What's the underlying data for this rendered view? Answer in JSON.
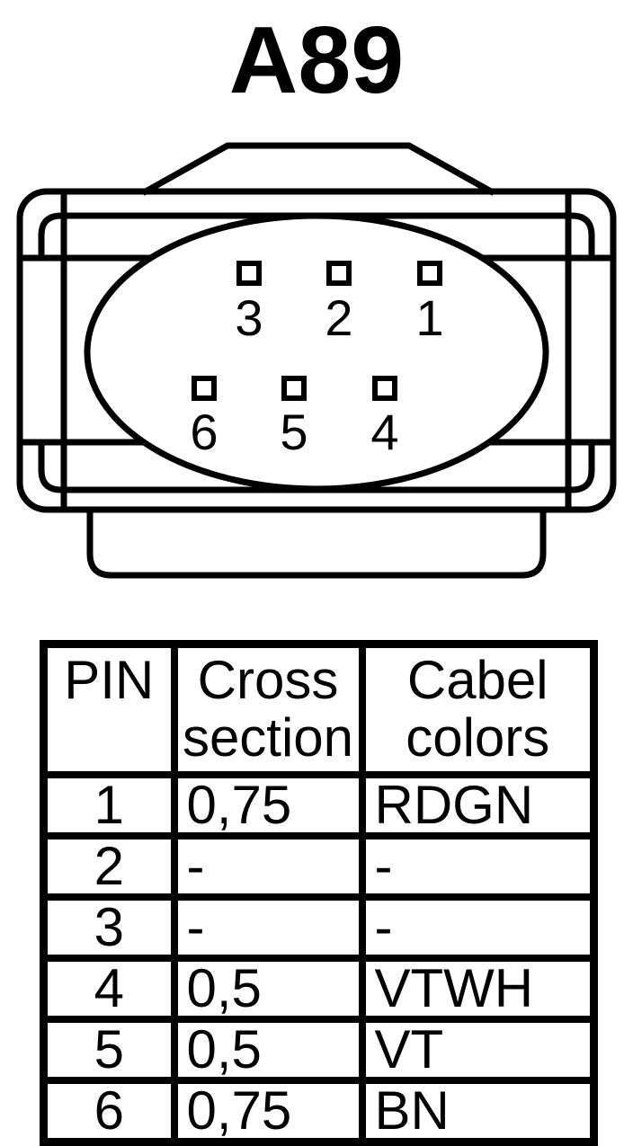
{
  "page": {
    "background_color": "#ffffff",
    "line_color": "#000000"
  },
  "title": "A89",
  "connector": {
    "pin_rows": [
      {
        "labels": [
          "3",
          "2",
          "1"
        ]
      },
      {
        "labels": [
          "6",
          "5",
          "4"
        ]
      }
    ]
  },
  "table": {
    "header": {
      "pin": "PIN",
      "cross_line1": "Cross",
      "cross_line2": "section",
      "cable_line1": "Cabel",
      "cable_line2": "colors"
    },
    "rows": [
      {
        "pin": "1",
        "cross_section": "0,75",
        "cable_color": "RDGN"
      },
      {
        "pin": "2",
        "cross_section": "-",
        "cable_color": "-"
      },
      {
        "pin": "3",
        "cross_section": "-",
        "cable_color": "-"
      },
      {
        "pin": "4",
        "cross_section": "0,5",
        "cable_color": "VTWH"
      },
      {
        "pin": "5",
        "cross_section": "0,5",
        "cable_color": "VT"
      },
      {
        "pin": "6",
        "cross_section": "0,75",
        "cable_color": "BN"
      }
    ]
  }
}
